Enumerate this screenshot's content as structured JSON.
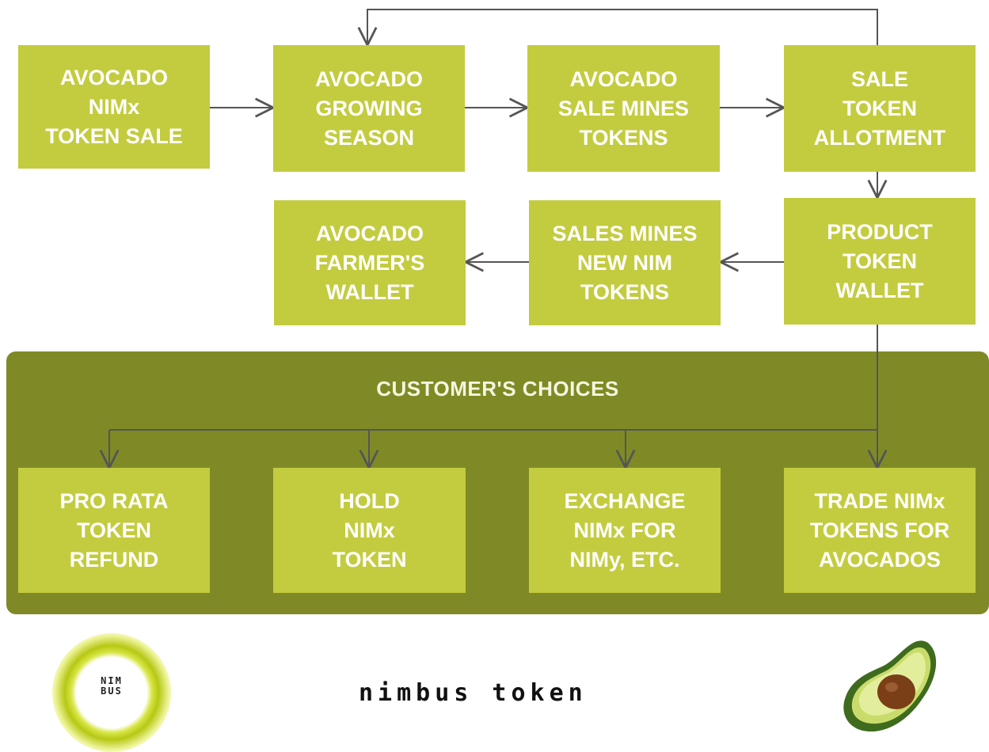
{
  "diagram": {
    "boxes": {
      "token_sale": [
        "AVOCADO",
        "NIMx",
        "TOKEN SALE"
      ],
      "growing_season": [
        "AVOCADO",
        "GROWING",
        "SEASON"
      ],
      "sale_mines": [
        "AVOCADO",
        "SALE MINES",
        "TOKENS"
      ],
      "allotment": [
        "SALE",
        "TOKEN",
        "ALLOTMENT"
      ],
      "farmer_wallet": [
        "AVOCADO",
        "FARMER'S",
        "WALLET"
      ],
      "sales_mines_new": [
        "SALES MINES",
        "NEW NIM",
        "TOKENS"
      ],
      "product_wallet": [
        "PRODUCT",
        "TOKEN",
        "WALLET"
      ]
    },
    "choices_title": "CUSTOMER'S CHOICES",
    "choices": {
      "refund": [
        "PRO RATA",
        "TOKEN",
        "REFUND"
      ],
      "hold": [
        "HOLD",
        "NIMx",
        "TOKEN"
      ],
      "exchange": [
        "EXCHANGE",
        "NIMx FOR",
        "NIMy, ETC."
      ],
      "trade": [
        "TRADE NIMx",
        "TOKENS FOR",
        "AVOCADOS"
      ]
    }
  },
  "footer": {
    "logo_text": [
      "NIM",
      "BUS"
    ],
    "brand": "nimbus token"
  },
  "colors": {
    "box": "#c3cc3f",
    "panel": "#7f8a26",
    "arrow": "#555555"
  }
}
